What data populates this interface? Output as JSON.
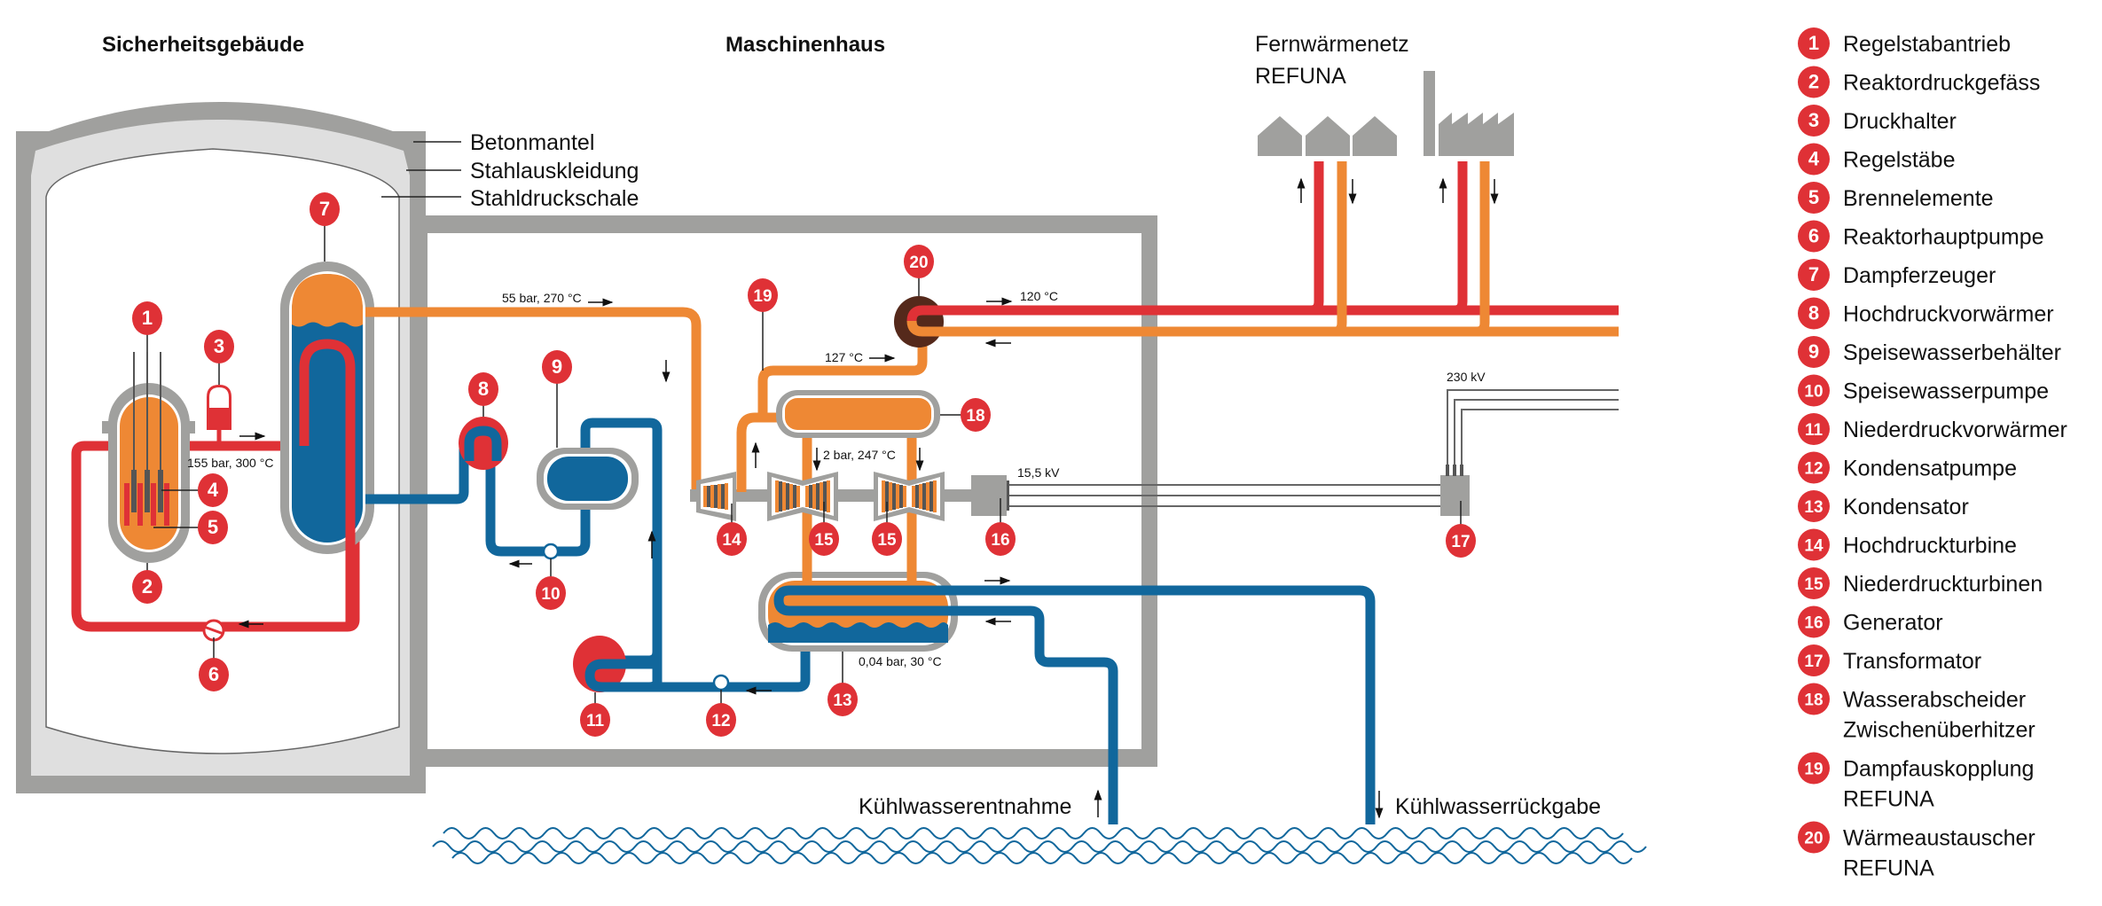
{
  "titles": {
    "safety_building": "Sicherheitsgebäude",
    "machine_house": "Maschinenhaus",
    "district_heating_line1": "Fernwärmenetz",
    "district_heating_line2": "REFUNA"
  },
  "containment_layers": [
    "Betonmantel",
    "Stahlauskleidung",
    "Stahldruckschale"
  ],
  "process_labels": {
    "primary": "155 bar, 300 °C",
    "live_steam": "55 bar, 270 °C",
    "reheat": "2 bar, 247 °C",
    "condenser": "0,04 bar, 30 °C",
    "extraction": "127 °C",
    "heating_supply": "120 °C",
    "generator_voltage": "15,5 kV",
    "grid_voltage": "230 kV",
    "cooling_intake": "Kühlwasserentnahme",
    "cooling_return": "Kühlwasserrückgabe"
  },
  "legend": [
    {
      "num": "1",
      "label": "Regelstabantrieb"
    },
    {
      "num": "2",
      "label": "Reaktordruckgefäss"
    },
    {
      "num": "3",
      "label": "Druckhalter"
    },
    {
      "num": "4",
      "label": "Regelstäbe"
    },
    {
      "num": "5",
      "label": "Brennelemente"
    },
    {
      "num": "6",
      "label": "Reaktorhauptpumpe"
    },
    {
      "num": "7",
      "label": "Dampferzeuger"
    },
    {
      "num": "8",
      "label": "Hochdruckvorwärmer"
    },
    {
      "num": "9",
      "label": "Speisewasserbehälter"
    },
    {
      "num": "10",
      "label": "Speisewasserpumpe"
    },
    {
      "num": "11",
      "label": "Niederdruckvorwärmer"
    },
    {
      "num": "12",
      "label": "Kondensatpumpe"
    },
    {
      "num": "13",
      "label": "Kondensator"
    },
    {
      "num": "14",
      "label": "Hochdruckturbine"
    },
    {
      "num": "15",
      "label": "Niederdruckturbinen"
    },
    {
      "num": "16",
      "label": "Generator"
    },
    {
      "num": "17",
      "label": "Transformator"
    },
    {
      "num": "18",
      "label": "Wasserabscheider",
      "label2": "Zwischenüberhitzer"
    },
    {
      "num": "19",
      "label": "Dampfauskopplung",
      "label2": "REFUNA"
    },
    {
      "num": "20",
      "label": "Wärmeaustauscher",
      "label2": "REFUNA"
    }
  ],
  "colors": {
    "primary_loop": "#df3136",
    "steam": "#ee8834",
    "water": "#11679c",
    "structure": "#a0a09e",
    "heat_exchanger": "#55291b"
  }
}
